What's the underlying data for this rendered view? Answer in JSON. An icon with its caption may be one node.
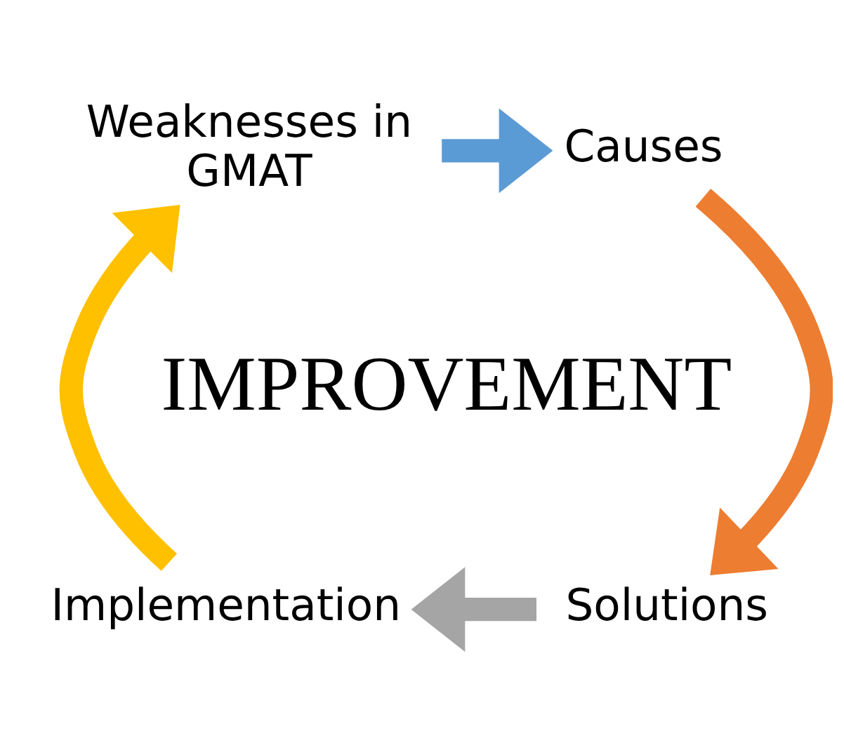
{
  "diagram": {
    "nodes": [
      {
        "text": [
          "Weaknesses in GMAT"
        ]
      },
      {
        "text": [
          "Causes"
        ]
      },
      {
        "text": [
          "Solutions"
        ]
      },
      {
        "text": [
          "Implementation"
        ]
      }
    ],
    "edges": [
      {
        "from": 0,
        "to": 1,
        "arrow": "to",
        "color": "#5b9bd5"
      },
      {
        "from": 1,
        "to": 2,
        "arrow": "to",
        "color": "#ed7d31"
      },
      {
        "from": 2,
        "to": 3,
        "arrow": "to",
        "color": "#a5a5a5"
      },
      {
        "from": 3,
        "to": 0,
        "arrow": "to",
        "color": "#ffc000"
      }
    ],
    "labels": [
      "IMPROVEMENT"
    ]
  }
}
